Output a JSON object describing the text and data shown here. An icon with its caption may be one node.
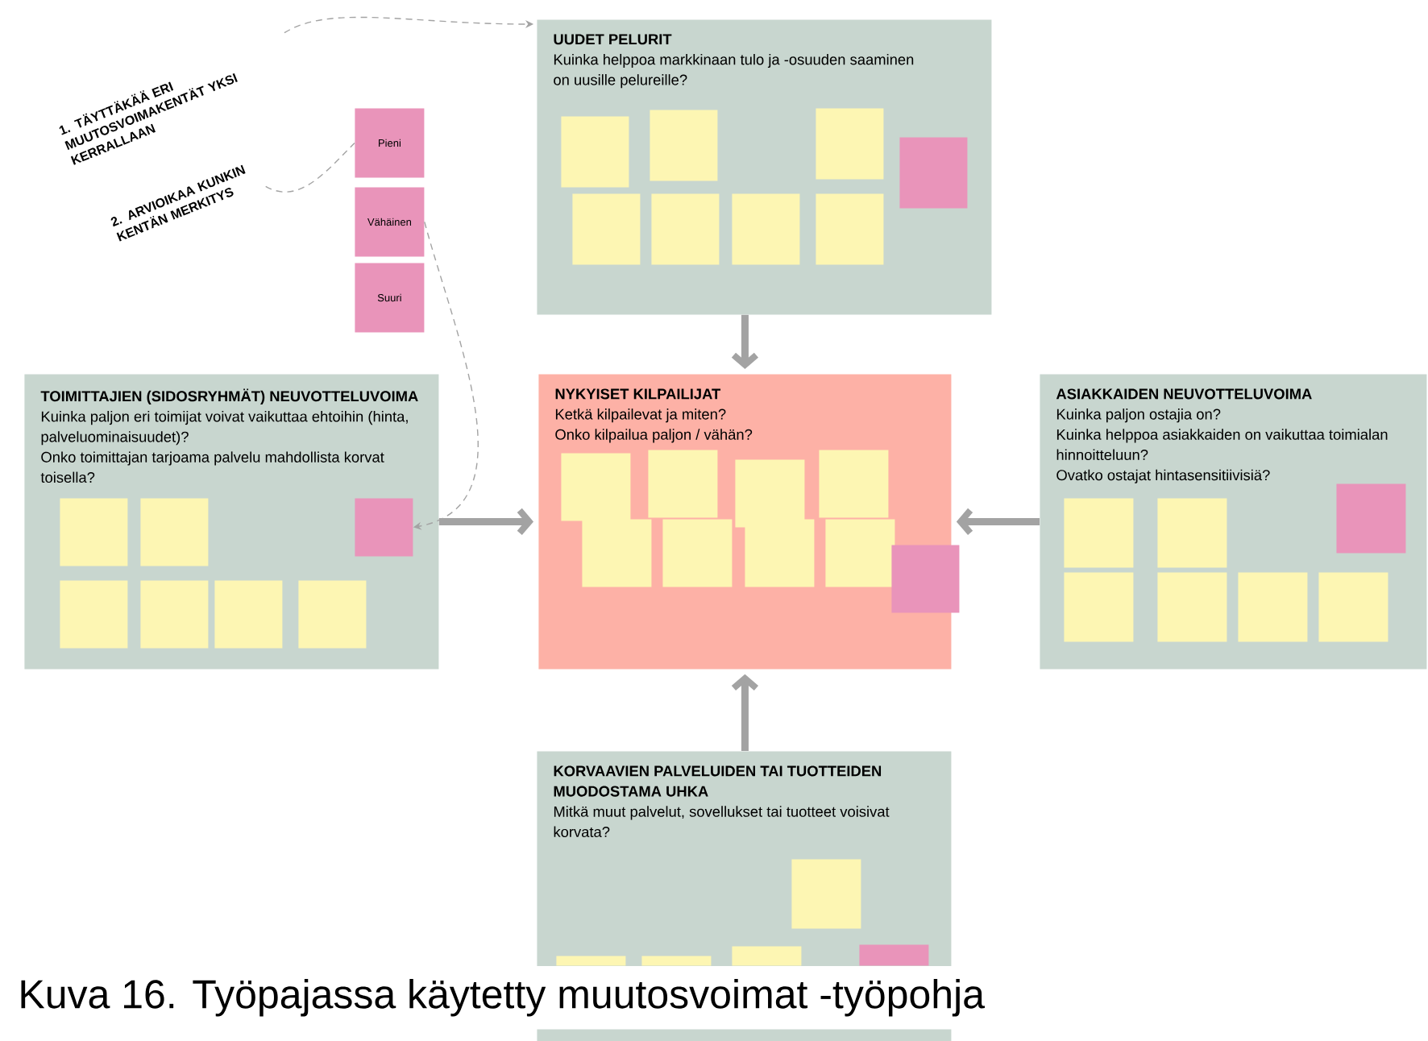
{
  "diagram": {
    "caption": "Kuva 16. Työpajassa käytetty muutosvoimat -työpohja",
    "nodes": [
      {
        "text": [
          "UUDET PELURIT",
          "Kuinka helppoa markkinaan tulo ja -osuuden saaminen on uusille pelureille?"
        ]
      },
      {
        "text": [
          "TOIMITTAJIEN (SIDOSRYHMÄT) NEUVOTTELUVOIMA",
          "Kuinka paljon eri toimijat voivat vaikuttaa ehtoihin (hinta, palveluominaisuudet)?",
          "Onko toimittajan tarjoama palvelu mahdollista korvat toisella?"
        ]
      },
      {
        "text": [
          "NYKYISET KILPAILIJAT",
          "Ketkä kilpailevat ja miten?",
          "Onko kilpailua paljon / vähän?"
        ]
      },
      {
        "text": [
          "ASIAKKAIDEN NEUVOTTELUVOIMA",
          "Kuinka paljon ostajia on?",
          "Kuinka helppoa asiakkaiden on vaikuttaa toimialan hinnoitteluun?",
          "Ovatko ostajat hintasensitiivisiä?"
        ]
      },
      {
        "text": [
          "KORVAAVIEN PALVELUIDEN TAI TUOTTEIDEN MUODOSTAMA UHKA",
          "Mitkä muut palvelut, sovellukset tai tuotteet voisivat korvata?"
        ]
      },
      {
        "text": [
          "1. TÄYTTÄKÄÄ ERI MUUTOSVOIMAKENTÄT YKSI KERRALLAAN"
        ]
      },
      {
        "text": [
          "2. ARVIOIKAA KUNKIN KENTÄN MERKITYS"
        ]
      },
      {
        "text": [
          "Pieni"
        ]
      },
      {
        "text": [
          "Vähäinen"
        ]
      },
      {
        "text": [
          "Suuri"
        ]
      },
      {
        "text": [],
        "shape": "box",
        "in": 0
      },
      {
        "text": [],
        "shape": "box",
        "in": 0
      },
      {
        "text": [],
        "shape": "box",
        "in": 0
      },
      {
        "text": [],
        "shape": "box",
        "in": 0
      },
      {
        "text": [],
        "shape": "box",
        "in": 0
      },
      {
        "text": [],
        "shape": "box",
        "in": 0
      },
      {
        "text": [],
        "shape": "box",
        "in": 0
      },
      {
        "text": [],
        "shape": "box",
        "in": 0
      },
      {
        "text": [],
        "shape": "box",
        "in": 1
      },
      {
        "text": [],
        "shape": "box",
        "in": 1
      },
      {
        "text": [],
        "shape": "box",
        "in": 1
      },
      {
        "text": [],
        "shape": "box",
        "in": 1
      },
      {
        "text": [],
        "shape": "box",
        "in": 1
      },
      {
        "text": [],
        "shape": "box",
        "in": 1
      },
      {
        "text": [],
        "shape": "box",
        "in": 1
      },
      {
        "text": [],
        "shape": "box",
        "in": 2
      },
      {
        "text": [],
        "shape": "box",
        "in": 2
      },
      {
        "text": [],
        "shape": "box",
        "in": 2
      },
      {
        "text": [],
        "shape": "box",
        "in": 2
      },
      {
        "text": [],
        "shape": "box",
        "in": 2
      },
      {
        "text": [],
        "shape": "box",
        "in": 2
      },
      {
        "text": [],
        "shape": "box",
        "in": 2
      },
      {
        "text": [],
        "shape": "box",
        "in": 2
      },
      {
        "text": [],
        "shape": "box"
      },
      {
        "text": [],
        "shape": "box",
        "in": 3
      },
      {
        "text": [],
        "shape": "box",
        "in": 3
      },
      {
        "text": [],
        "shape": "box",
        "in": 3
      },
      {
        "text": [],
        "shape": "box",
        "in": 3
      },
      {
        "text": [],
        "shape": "box",
        "in": 3
      },
      {
        "text": [],
        "shape": "box",
        "in": 3
      },
      {
        "text": [],
        "shape": "box",
        "in": 3
      },
      {
        "text": [],
        "shape": "box",
        "in": 4
      },
      {
        "text": [],
        "shape": "box",
        "in": 4
      },
      {
        "text": [],
        "shape": "box",
        "in": 4
      },
      {
        "text": [],
        "shape": "box",
        "in": 4
      },
      {
        "text": [],
        "shape": "box",
        "in": 4
      }
    ],
    "edges": [
      {
        "from": 5,
        "to": 0,
        "arrow": "to",
        "style": "dashed"
      },
      {
        "from": 6,
        "to": 7,
        "arrow": "none",
        "style": "dashed"
      },
      {
        "from": 8,
        "to": 24,
        "arrow": "to",
        "style": "dashed"
      },
      {
        "from": 0,
        "to": 2,
        "arrow": "to"
      },
      {
        "from": 1,
        "to": 2,
        "arrow": "to"
      },
      {
        "from": 3,
        "to": 2,
        "arrow": "to"
      },
      {
        "from": 4,
        "to": 2,
        "arrow": "to"
      }
    ]
  }
}
